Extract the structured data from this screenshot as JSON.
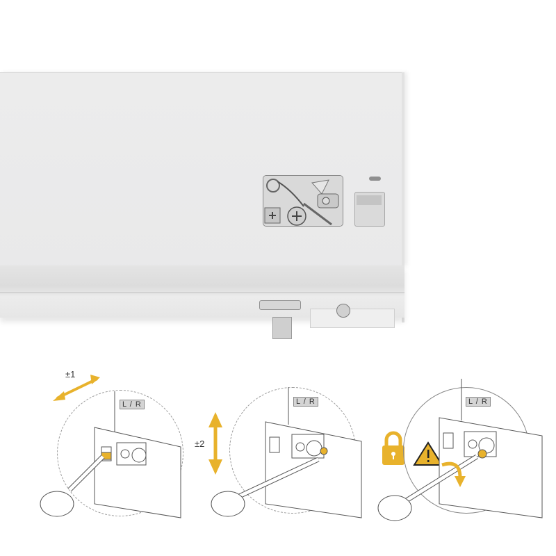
{
  "photo": {
    "description": "drawer-side-panel-with-adjustment-mechanism",
    "panel_color": "#ebebeb"
  },
  "steps": [
    {
      "adjust_label": "±1",
      "direction": "diagonal-arrow",
      "side_label": "L / R",
      "highlight": "front-screw"
    },
    {
      "adjust_label": "±2",
      "direction": "vertical-arrow",
      "side_label": "L / R",
      "highlight": "rear-screw"
    },
    {
      "adjust_label": "",
      "direction": "rotate-arrow",
      "side_label": "L / R",
      "highlight": "lock-screw",
      "icons": [
        "lock-icon",
        "warning-icon"
      ]
    }
  ],
  "colors": {
    "accent": "#e8b22c",
    "line": "#555555",
    "label_bg": "#d4d4d4"
  }
}
